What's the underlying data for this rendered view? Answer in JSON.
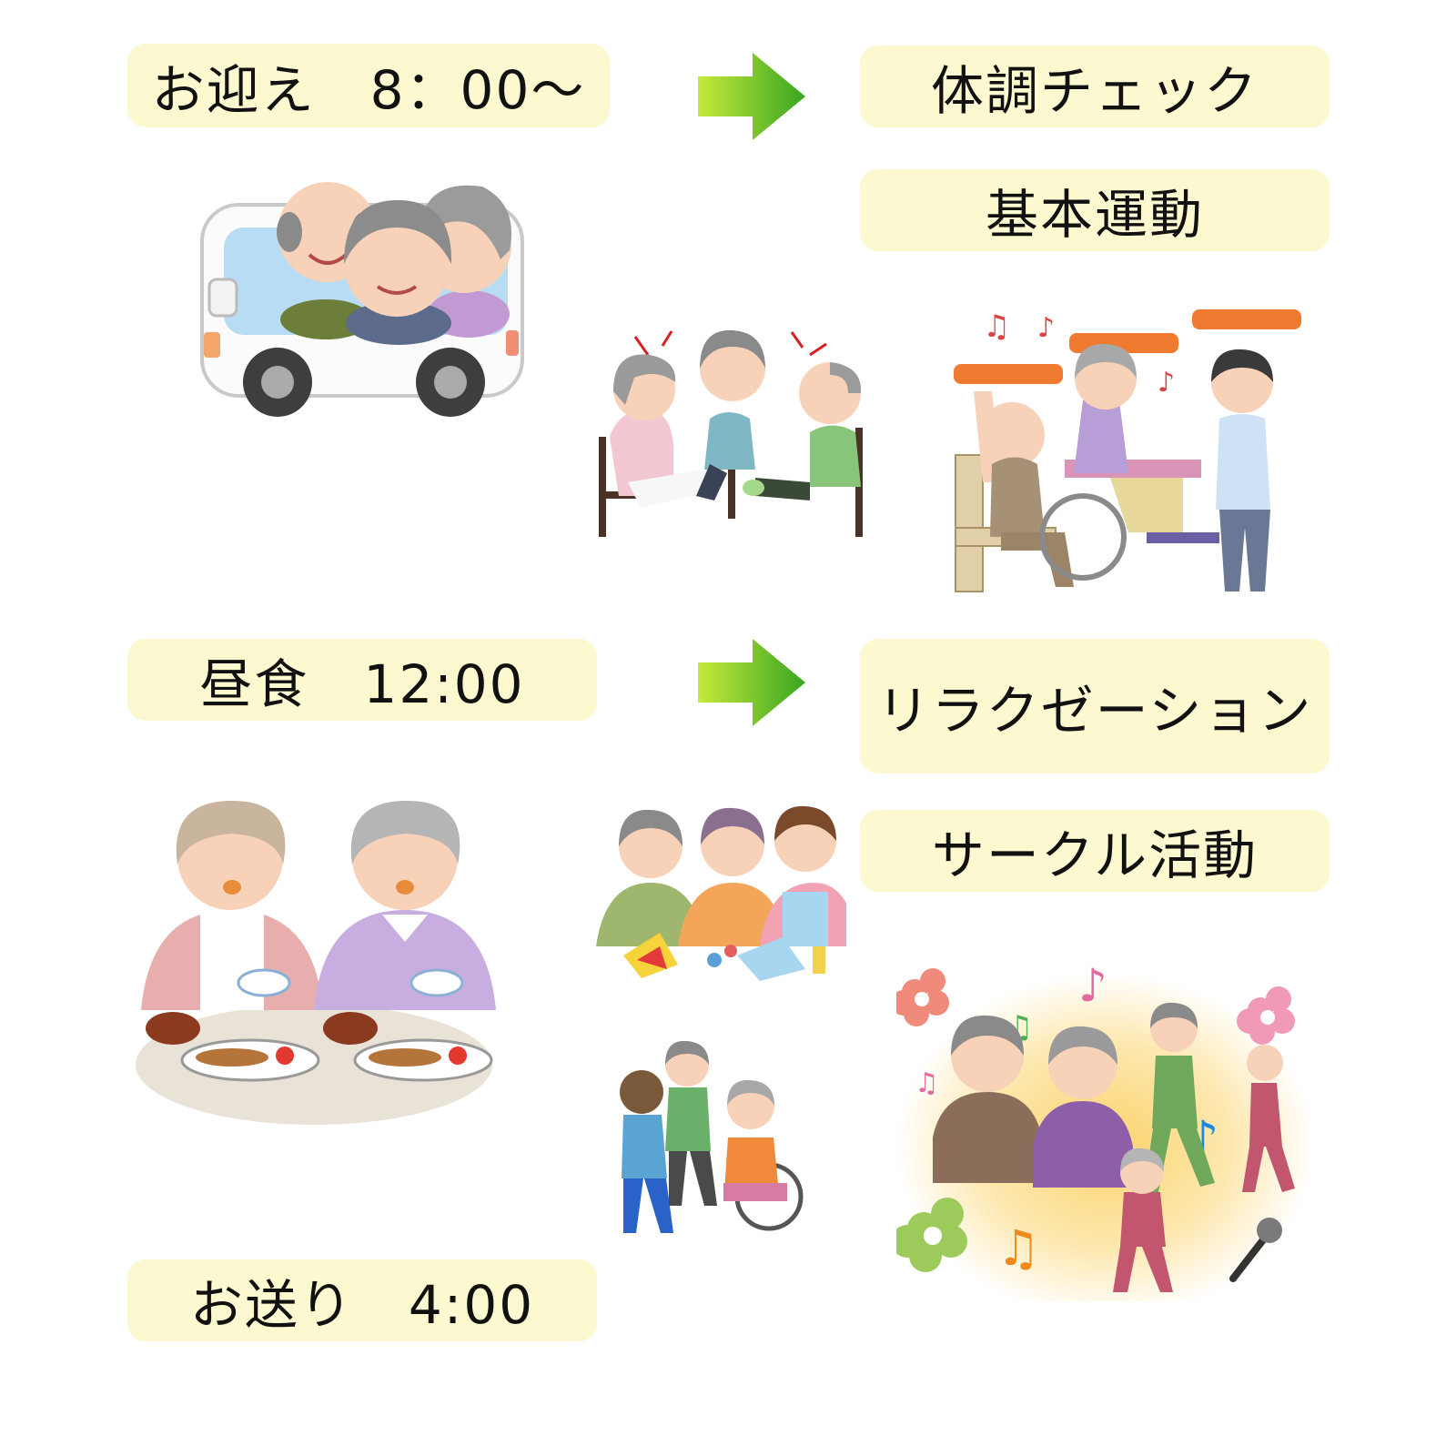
{
  "schedule": {
    "pickup": "お迎え　8：00～",
    "health_check": "体調チェック",
    "basic_exercise": "基本運動",
    "lunch": "昼食　12:00",
    "relaxation": "リラクゼーション",
    "circle_activity": "サークル活動",
    "dropoff": "お送り　4:00"
  },
  "illustrations": {
    "van": "van-with-seniors-icon",
    "leg_exercise": "seated-leg-exercise-icon",
    "towel_exercise": "towel-stretch-exercise-icon",
    "meal": "seniors-eating-lunch-icon",
    "craft": "origami-craft-icon",
    "stretch": "standing-stretch-icon",
    "karaoke": "karaoke-dance-icon"
  },
  "colors": {
    "label_bg": "#fcf8cf",
    "arrow_green": "#5bb82a"
  }
}
